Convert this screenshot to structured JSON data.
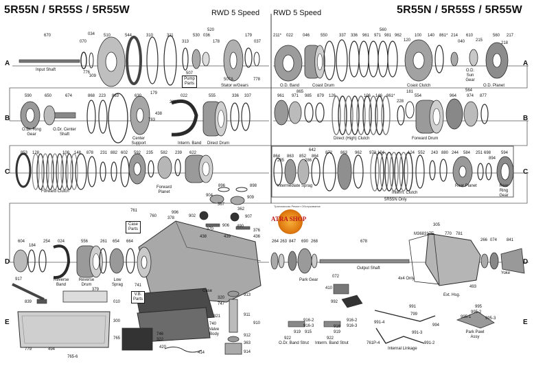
{
  "header": {
    "title_left": "5R55N / 5R55S / 5R55W",
    "title_right": "5R55N / 5R55S / 5R55W",
    "subtitle_left": "RWD 5 Speed",
    "subtitle_center": "RWD 5 Speed"
  },
  "rows": [
    "A",
    "B",
    "C",
    "D",
    "E"
  ],
  "logo": {
    "text": "ATRA SHOP",
    "top_text": "Трансмиссии Ремонт Обслуживание"
  },
  "callouts": {
    "case_parts": "Case Parts",
    "pump_parts": "Pump Parts",
    "vb_parts": "V.B. Parts",
    "r55n_only": "5R55N Only"
  },
  "row_a": {
    "labels": [
      "670",
      "034",
      "070",
      "510",
      "544",
      "310",
      "311",
      "313",
      "530",
      "036",
      "178",
      "520",
      "179",
      "037",
      "776",
      "309",
      "507",
      "507A",
      "778"
    ],
    "captions": [
      "Input Shaft",
      "Stator w/Gears"
    ],
    "right_labels": [
      "211*",
      "022",
      "046",
      "550",
      "337",
      "336",
      "961",
      "971",
      "981",
      "962",
      "560",
      "120",
      "100",
      "140",
      "861*",
      "214",
      "040",
      "610",
      "215",
      "560",
      "217",
      "218"
    ],
    "right_captions": [
      "O.D. Band",
      "Coast Drum",
      "Coast Clutch",
      "O.D. Sun Gear",
      "O.D. Planet"
    ]
  },
  "row_b": {
    "labels": [
      "590",
      "650",
      "674",
      "868",
      "223",
      "863",
      "630",
      "179",
      "022",
      "211*",
      "555",
      "336",
      "337",
      "438",
      "783"
    ],
    "captions": [
      "O.Dr. Ring Gear",
      "O.Dr. Center Shaft",
      "Center Support",
      "Interm. Band",
      "Direct Drum"
    ],
    "right_labels": [
      "865",
      "961",
      "971",
      "985",
      "879",
      "126",
      "106",
      "146",
      "861*",
      "228",
      "181",
      "554",
      "564",
      "964",
      "974",
      "877"
    ],
    "right_captions": [
      "Direct (High) Clutch",
      "Forward Drum"
    ]
  },
  "row_c": {
    "labels": [
      "853",
      "128",
      "108",
      "148",
      "878",
      "231",
      "882",
      "602",
      "592",
      "235",
      "582",
      "239",
      "622"
    ],
    "captions": [
      "Forward Clutch",
      "Forward Planet"
    ],
    "right_labels": [
      "642",
      "864",
      "285",
      "863",
      "852",
      "286",
      "864",
      "872",
      "863",
      "962",
      "972",
      "104",
      "124",
      "552",
      "243",
      "880",
      "244",
      "584",
      "251",
      "698",
      "894",
      "594"
    ],
    "right_captions": [
      "Intermediate Sprag",
      "Interm. Clutch",
      "Rear Planet",
      "Rear Ring Gear"
    ],
    "center_labels": [
      "896",
      "898",
      "904",
      "909",
      "367",
      "362",
      "902",
      "907",
      "370",
      "906",
      "490",
      "376",
      "438",
      "439",
      "436"
    ]
  },
  "row_d": {
    "labels": [
      "604",
      "184",
      "254",
      "024",
      "556",
      "261",
      "654",
      "664",
      "761",
      "760"
    ],
    "captions": [
      "Reverse Band",
      "Reverse Drum",
      "Low Sprag"
    ],
    "right_labels": [
      "264",
      "263",
      "847",
      "690",
      "268",
      "678",
      "M368317E",
      "305",
      "770",
      "781",
      "266",
      "074",
      "841",
      "072",
      "410",
      "992",
      "493"
    ],
    "right_captions": [
      "Park Gear",
      "Output Shaft",
      "4x4 Only",
      "Ext. Hsg.",
      "Yoke"
    ],
    "center_labels": [
      "996",
      "378"
    ]
  },
  "row_e": {
    "labels": [
      "917",
      "379",
      "839",
      "010",
      "300",
      "779",
      "494",
      "765-6",
      "765",
      "746",
      "322",
      "420",
      "414",
      "741",
      "320",
      "747",
      "321",
      "740",
      "913",
      "911",
      "910",
      "912",
      "363",
      "914"
    ],
    "captions": [
      "Case",
      "Valve Body"
    ],
    "right_labels": [
      "916-2",
      "916-3",
      "919",
      "922",
      "916",
      "915",
      "916-2",
      "916-3",
      "919",
      "922",
      "799",
      "991",
      "994",
      "991-4",
      "991-3",
      "761P-4",
      "991-2",
      "995",
      "995-1",
      "995-2",
      "995-3"
    ],
    "right_captions": [
      "O.Dr. Band Strut",
      "Interm. Band Strut",
      "Internal Linkage",
      "Park Pawl Assy"
    ]
  }
}
